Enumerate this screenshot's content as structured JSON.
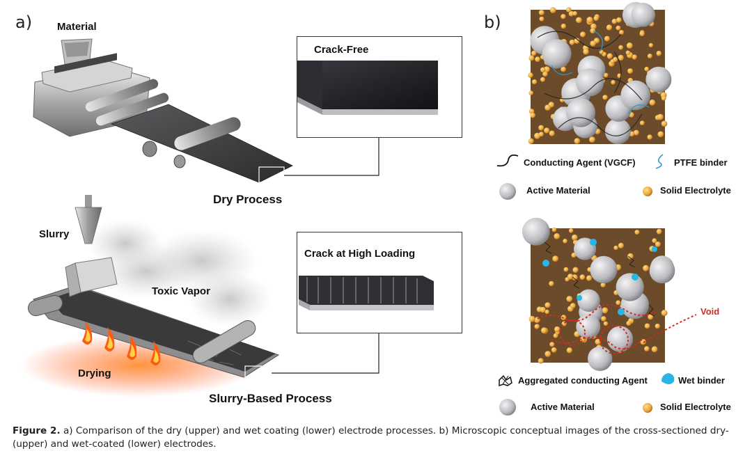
{
  "panel_a": {
    "label": "a)",
    "material_label": "Material",
    "dry_process_label": "Dry Process",
    "crack_free_label": "Crack-Free",
    "slurry_label": "Slurry",
    "toxic_vapor_label": "Toxic Vapor",
    "drying_label": "Drying",
    "slurry_process_label": "Slurry-Based Process",
    "crack_high_loading_label": "Crack at High Loading"
  },
  "panel_b": {
    "label": "b)",
    "upper_legend": {
      "conducting_agent": "Conducting Agent (VGCF)",
      "ptfe_binder": "PTFE binder",
      "active_material": "Active Material",
      "solid_electrolyte": "Solid Electrolyte"
    },
    "void_label": "Void",
    "lower_legend": {
      "aggregated_agent": "Aggregated conducting Agent",
      "wet_binder": "Wet binder",
      "active_material": "Active Material",
      "solid_electrolyte": "Solid Electrolyte"
    }
  },
  "caption": {
    "figure_label": "Figure 2.",
    "text": "a) Comparison of the dry (upper) and wet coating (lower) electrode processes. b) Microscopic conceptual images of the cross-sectioned dry-(upper) and wet-coated (lower) electrodes."
  },
  "colors": {
    "electrolyte": "#e8a23a",
    "active_material": "#c9c9cc",
    "void": "#d42a22",
    "wet_binder": "#29b6e6",
    "ptfe": "#2a9bd0"
  }
}
